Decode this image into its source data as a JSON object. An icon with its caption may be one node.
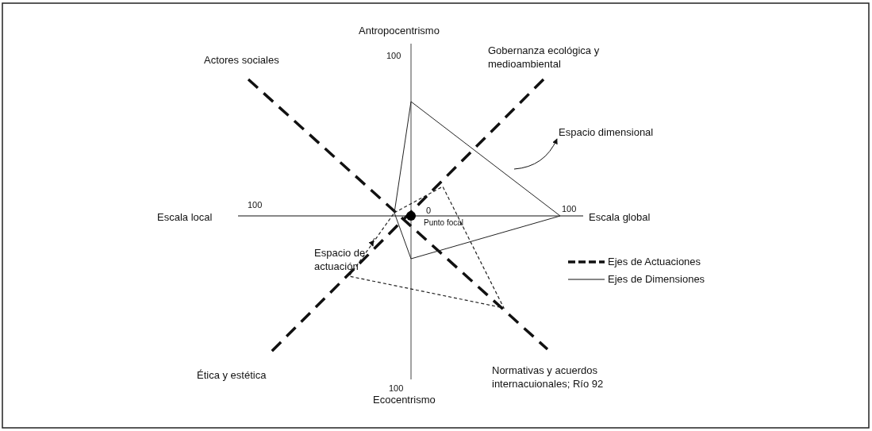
{
  "diagram": {
    "nodes": [
      {
        "text": [],
        "shape": "polygon"
      },
      {
        "text": [],
        "shape": "polygon"
      },
      {
        "text": [
          "Espacio dimensional"
        ]
      },
      {
        "text": [
          "Espacio de actuación"
        ]
      }
    ],
    "edges": [
      {
        "from": 0,
        "to": 2,
        "arrow": "to"
      },
      {
        "from": 1,
        "to": 3,
        "arrow": "to"
      }
    ],
    "labels": [
      "Antropocentrismo",
      "100",
      "Actores sociales",
      "Gobernanza ecológica y medioambiental",
      "100",
      "Escala local",
      "0",
      "Punto focal",
      "100",
      "Escala global",
      "Ética y estética",
      "Normativas y acuerdos internacuionales; Río 92",
      "100",
      "Ecocentrismo"
    ],
    "legend": [
      {
        "text": "Ejes de Actuaciones"
      },
      {
        "text": "Ejes de Dimensiones"
      }
    ]
  }
}
